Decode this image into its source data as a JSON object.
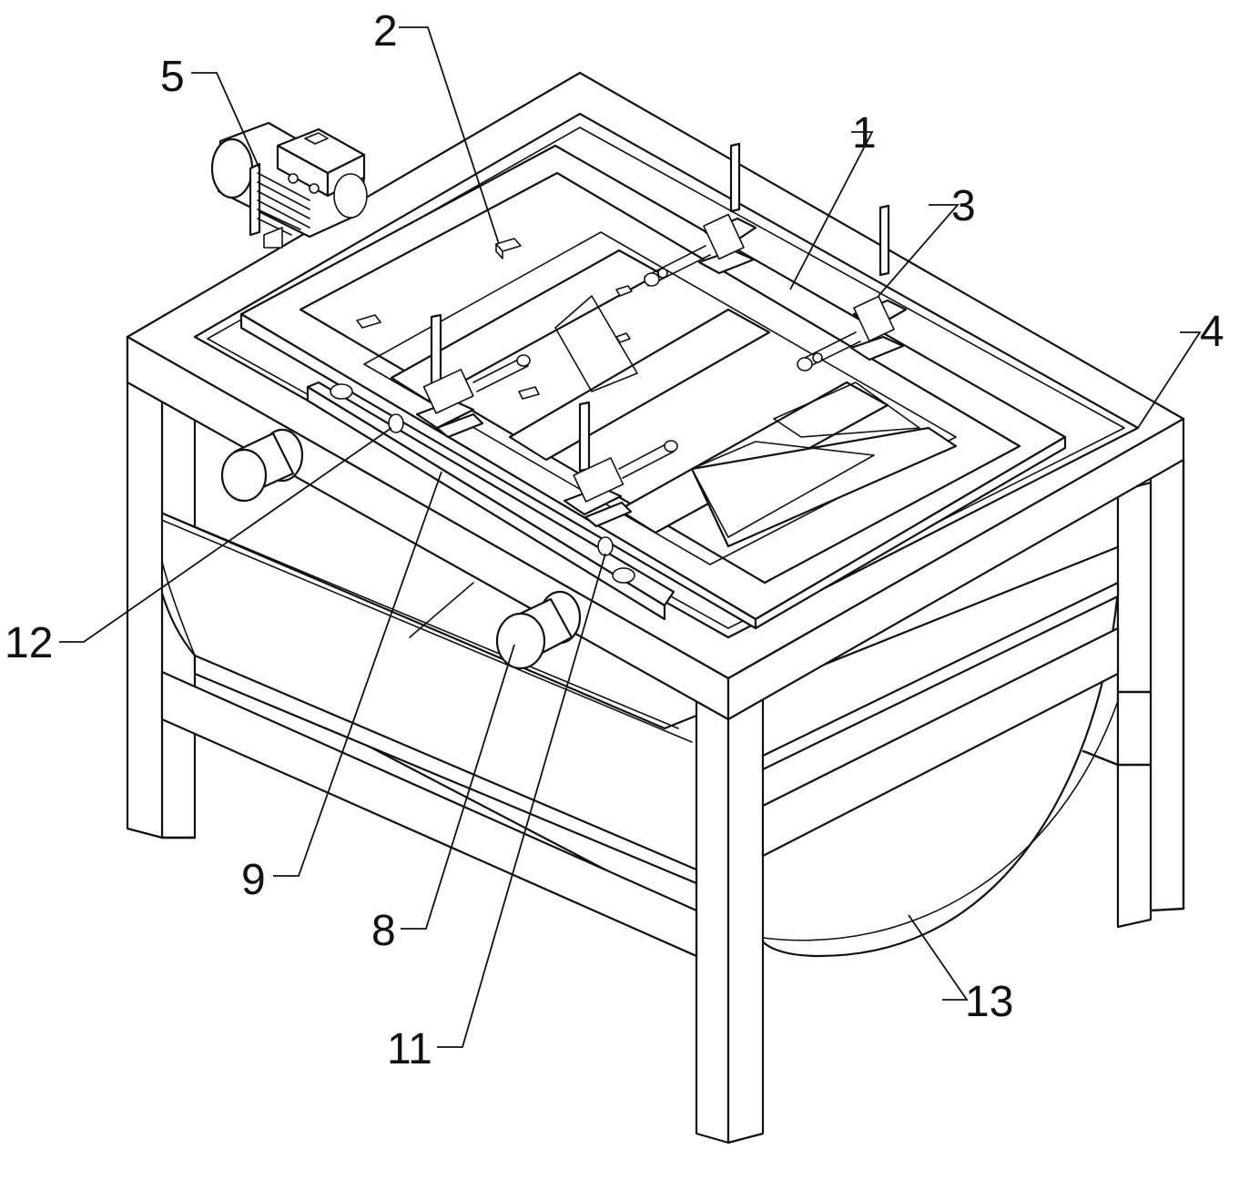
{
  "figure": {
    "background": "#ffffff",
    "line_color": "#111111",
    "callouts": [
      {
        "id": "c1",
        "text": "1"
      },
      {
        "id": "c2",
        "text": "2"
      },
      {
        "id": "c3",
        "text": "3"
      },
      {
        "id": "c4",
        "text": "4"
      },
      {
        "id": "c5",
        "text": "5"
      },
      {
        "id": "c8",
        "text": "8"
      },
      {
        "id": "c9",
        "text": "9"
      },
      {
        "id": "c11",
        "text": "11"
      },
      {
        "id": "c12",
        "text": "12"
      },
      {
        "id": "c13",
        "text": "13"
      }
    ]
  }
}
